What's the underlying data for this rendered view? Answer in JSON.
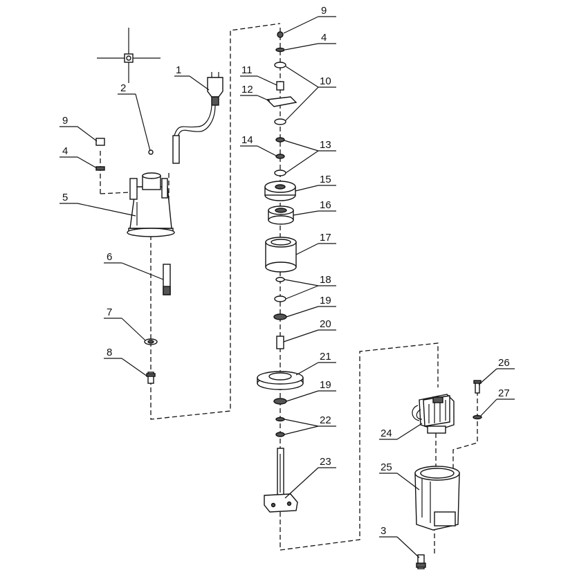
{
  "diagram": {
    "type": "exploded-parts-diagram",
    "callouts": [
      "1",
      "2",
      "3",
      "4",
      "4",
      "5",
      "6",
      "7",
      "8",
      "9",
      "9",
      "10",
      "11",
      "12",
      "13",
      "14",
      "15",
      "16",
      "17",
      "18",
      "19",
      "19",
      "20",
      "21",
      "22",
      "23",
      "24",
      "25",
      "26",
      "27"
    ]
  }
}
